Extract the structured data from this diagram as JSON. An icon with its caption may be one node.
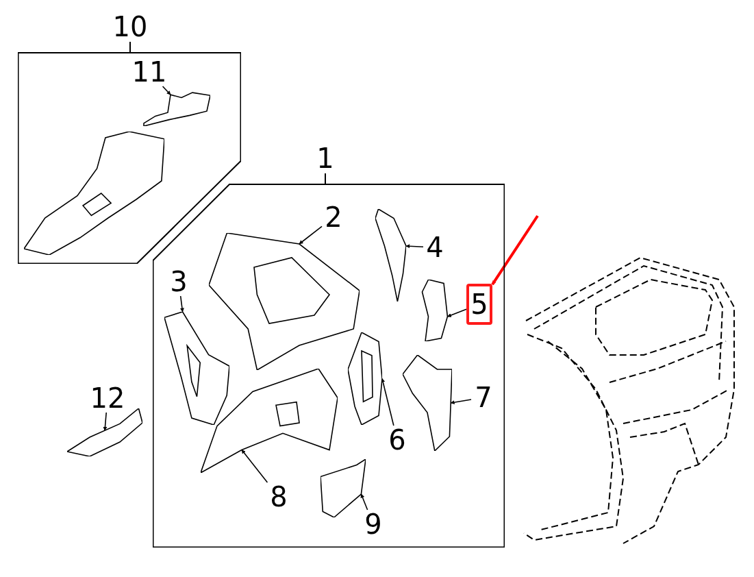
{
  "diagram": {
    "nodes": [
      {
        "text": [
          "10"
        ]
      },
      {
        "text": [
          "11"
        ],
        "in": 0
      },
      {
        "text": [],
        "shape": "picture",
        "in": 0
      },
      {
        "text": [],
        "shape": "picture",
        "in": 0
      },
      {
        "text": [
          "1"
        ]
      },
      {
        "text": [
          "2"
        ],
        "in": 4
      },
      {
        "text": [],
        "shape": "picture",
        "in": 4
      },
      {
        "text": [
          "3"
        ],
        "in": 4
      },
      {
        "text": [],
        "shape": "picture",
        "in": 4
      },
      {
        "text": [
          "4"
        ],
        "in": 4
      },
      {
        "text": [],
        "shape": "picture",
        "in": 4
      },
      {
        "text": [
          "5"
        ],
        "in": 4
      },
      {
        "text": [],
        "shape": "picture",
        "in": 4
      },
      {
        "text": [
          "6"
        ],
        "in": 4
      },
      {
        "text": [],
        "shape": "picture",
        "in": 4
      },
      {
        "text": [
          "7"
        ],
        "in": 4
      },
      {
        "text": [],
        "shape": "picture",
        "in": 4
      },
      {
        "text": [
          "8"
        ],
        "in": 4
      },
      {
        "text": [],
        "shape": "picture",
        "in": 4
      },
      {
        "text": [
          "9"
        ],
        "in": 4
      },
      {
        "text": [],
        "shape": "picture",
        "in": 4
      },
      {
        "text": [
          "12"
        ]
      },
      {
        "text": [],
        "shape": "picture"
      },
      {
        "text": [],
        "shape": "picture"
      }
    ],
    "edges": [
      {
        "from": 1,
        "to": 2,
        "arrow": "to"
      },
      {
        "from": 5,
        "to": 6,
        "arrow": "to"
      },
      {
        "from": 7,
        "to": 8,
        "arrow": "to"
      },
      {
        "from": 9,
        "to": 10,
        "arrow": "to"
      },
      {
        "from": 11,
        "to": 12,
        "arrow": "to"
      },
      {
        "from": 13,
        "to": 14,
        "arrow": "to"
      },
      {
        "from": 15,
        "to": 16,
        "arrow": "to"
      },
      {
        "from": 17,
        "to": 18,
        "arrow": "to"
      },
      {
        "from": 19,
        "to": 20,
        "arrow": "to"
      },
      {
        "from": 21,
        "to": 22,
        "arrow": "to"
      },
      {
        "from": null,
        "to": 11,
        "arrow": "to",
        "style": "thick",
        "color": "#ff0000"
      }
    ]
  }
}
